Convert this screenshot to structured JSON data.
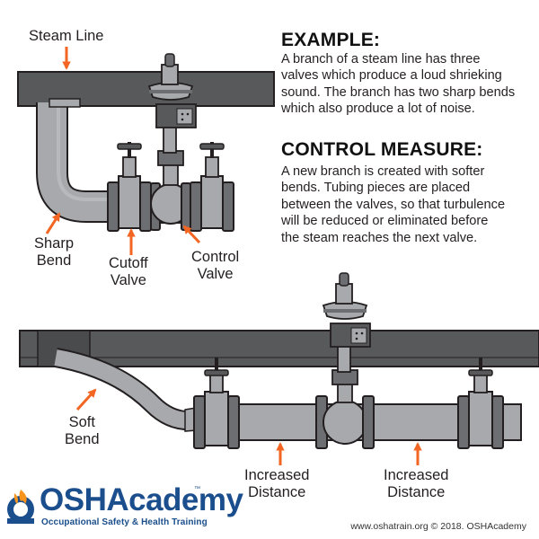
{
  "labels": {
    "steam_line": "Steam Line",
    "sharp_bend_1": "Sharp",
    "sharp_bend_2": "Bend",
    "cutoff_valve_1": "Cutoff",
    "cutoff_valve_2": "Valve",
    "control_valve_1": "Control",
    "control_valve_2": "Valve",
    "soft_bend_1": "Soft",
    "soft_bend_2": "Bend",
    "increased_distance_a_1": "Increased",
    "increased_distance_a_2": "Distance",
    "increased_distance_b_1": "Increased",
    "increased_distance_b_2": "Distance"
  },
  "example": {
    "heading": "EXAMPLE:",
    "lines": [
      "A branch of a steam line has three",
      "valves which produce a loud shrieking",
      "sound. The branch has two sharp bends",
      "which also produce a lot of noise."
    ]
  },
  "control_measure": {
    "heading": "CONTROL MEASURE:",
    "lines": [
      "A new branch is created with softer",
      "bends. Tubing pieces are placed",
      "between the valves, so that turbulence",
      "will be reduced or eliminated before",
      "the steam reaches the next valve."
    ]
  },
  "logo": {
    "name": "OSHAcademy",
    "trademark": "™",
    "tagline": "Occupational Safety & Health Training"
  },
  "footer": "www.oshatrain.org © 2018. OSHAcademy",
  "colors": {
    "pipe_dark": "#58595b",
    "pipe_light": "#a7a9ac",
    "flange": "#6d6e71",
    "outline": "#231f20",
    "arrow": "#f26522",
    "brand_blue": "#1b4e8c",
    "brand_orange": "#f7941d"
  }
}
